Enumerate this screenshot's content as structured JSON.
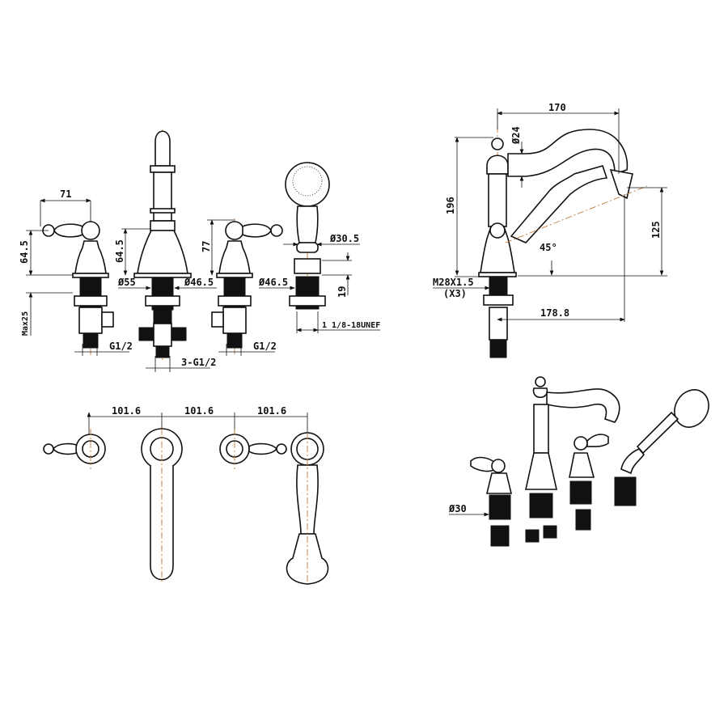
{
  "front_view": {
    "dims": {
      "handle_reach": "71",
      "handle_height": "64.5",
      "max_deck": "Max25",
      "spout_height": "64.5",
      "spout_base_dia": "Ø55",
      "valve_dia_1": "Ø46.5",
      "valve_height": "77",
      "valve_dia_2": "Ø46.5",
      "shower_dia": "Ø30.5",
      "shower_gap": "19",
      "shower_thread": "1 1/8-18UNEF",
      "inlet_left": "G1/2",
      "spout_inlets": "3-G1/2",
      "inlet_right": "G1/2"
    }
  },
  "side_view": {
    "dims": {
      "spout_reach": "170",
      "spout_dia": "Ø24",
      "total_height": "196",
      "shower_height": "125",
      "angle": "45°",
      "thread": "M28X1.5",
      "thread_qty": "(X3)",
      "shower_reach": "178.8"
    }
  },
  "top_view": {
    "dims": [
      "101.6",
      "101.6",
      "101.6"
    ]
  },
  "iso_view": {
    "dims": {
      "hole_dia": "Ø30"
    }
  }
}
